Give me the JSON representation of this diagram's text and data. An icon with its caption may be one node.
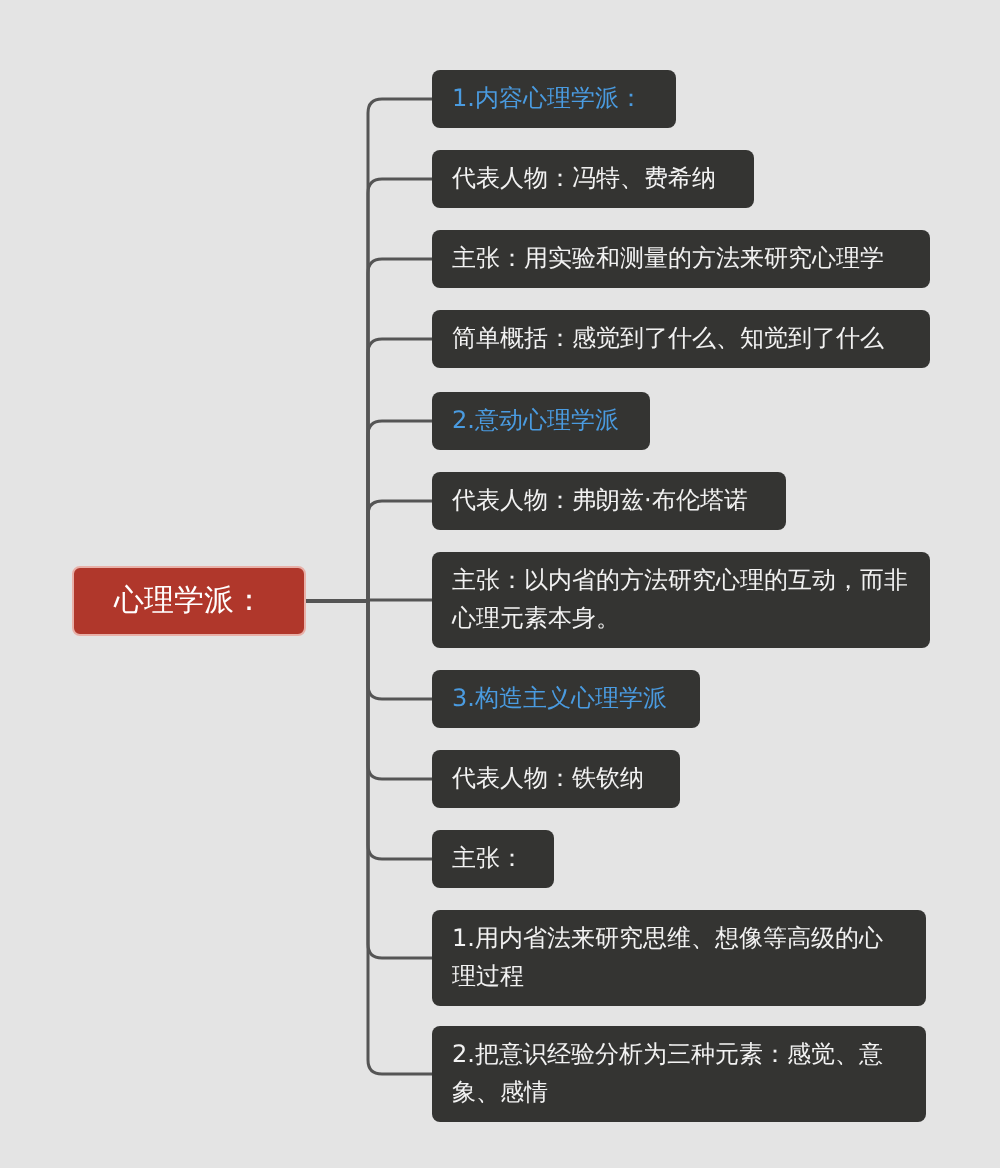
{
  "diagram": {
    "nodes": [
      {
        "text": [
          "心理学派："
        ]
      },
      {
        "text": [
          "1.内容心理学派："
        ]
      },
      {
        "text": [
          "代表人物：冯特、费希纳"
        ]
      },
      {
        "text": [
          "主张：用实验和测量的方法来研究心理学"
        ]
      },
      {
        "text": [
          "简单概括：感觉到了什么、知觉到了什么"
        ]
      },
      {
        "text": [
          "2.意动心理学派"
        ]
      },
      {
        "text": [
          "代表人物：弗朗兹·布伦塔诺"
        ]
      },
      {
        "text": [
          "主张：以内省的方法研究心理的互动，而非心理元素本身。"
        ]
      },
      {
        "text": [
          "3.构造主义心理学派"
        ]
      },
      {
        "text": [
          "代表人物：铁钦纳"
        ]
      },
      {
        "text": [
          "主张："
        ]
      },
      {
        "text": [
          "1.用内省法来研究思维、想像等高级的心理过程"
        ]
      },
      {
        "text": [
          "2.把意识经验分析为三种元素：感觉、意象、感情"
        ]
      }
    ],
    "edges": [
      {
        "from": 0,
        "to": 1,
        "arrow": "none"
      },
      {
        "from": 0,
        "to": 2,
        "arrow": "none"
      },
      {
        "from": 0,
        "to": 3,
        "arrow": "none"
      },
      {
        "from": 0,
        "to": 4,
        "arrow": "none"
      },
      {
        "from": 0,
        "to": 5,
        "arrow": "none"
      },
      {
        "from": 0,
        "to": 6,
        "arrow": "none"
      },
      {
        "from": 0,
        "to": 7,
        "arrow": "none"
      },
      {
        "from": 0,
        "to": 8,
        "arrow": "none"
      },
      {
        "from": 0,
        "to": 9,
        "arrow": "none"
      },
      {
        "from": 0,
        "to": 10,
        "arrow": "none"
      },
      {
        "from": 0,
        "to": 11,
        "arrow": "none"
      },
      {
        "from": 0,
        "to": 12,
        "arrow": "none"
      }
    ]
  }
}
